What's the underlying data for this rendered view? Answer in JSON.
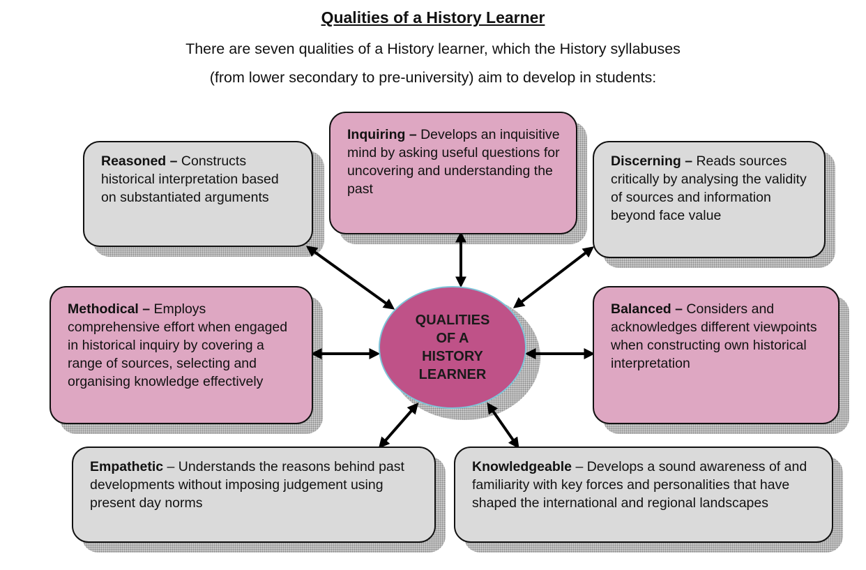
{
  "header": {
    "title": "Qualities of a History Learner",
    "subtitle_line1": "There are seven qualities of a History learner, which the History syllabuses",
    "subtitle_line2": "(from lower secondary to pre-university) aim to develop in students:"
  },
  "hub": {
    "line1": "QUALITIES",
    "line2": "OF A",
    "line3": "HISTORY",
    "line4": "LEARNER"
  },
  "qualities": {
    "reasoned": {
      "name": "Reasoned –",
      "desc": "Constructs historical interpretation based on substantiated arguments"
    },
    "inquiring": {
      "name": "Inquiring –",
      "desc": "Develops an inquisitive mind by asking useful questions for uncovering and understanding the past"
    },
    "discerning": {
      "name": "Discerning –",
      "desc": "Reads sources critically by analysing the validity of sources and information beyond face value"
    },
    "methodical": {
      "name": "Methodical –",
      "desc": "Employs comprehensive effort when engaged in historical inquiry by covering a range of sources, selecting and organising knowledge effectively"
    },
    "balanced": {
      "name": "Balanced –",
      "desc": "Considers and acknowledges different viewpoints when constructing own historical interpretation"
    },
    "empathetic": {
      "name": "Empathetic",
      "desc": "– Understands the reasons behind past developments without imposing judgement using present day norms"
    },
    "knowledgeable": {
      "name": "Knowledgeable",
      "desc": "– Develops a sound awareness of and familiarity with key forces and personalities that have shaped the international and regional landscapes"
    }
  },
  "colors": {
    "grey_box": "#dadada",
    "pink_box": "#dea7c2",
    "hub_fill": "#bf5288",
    "hub_outline": "#7ec4d8"
  }
}
